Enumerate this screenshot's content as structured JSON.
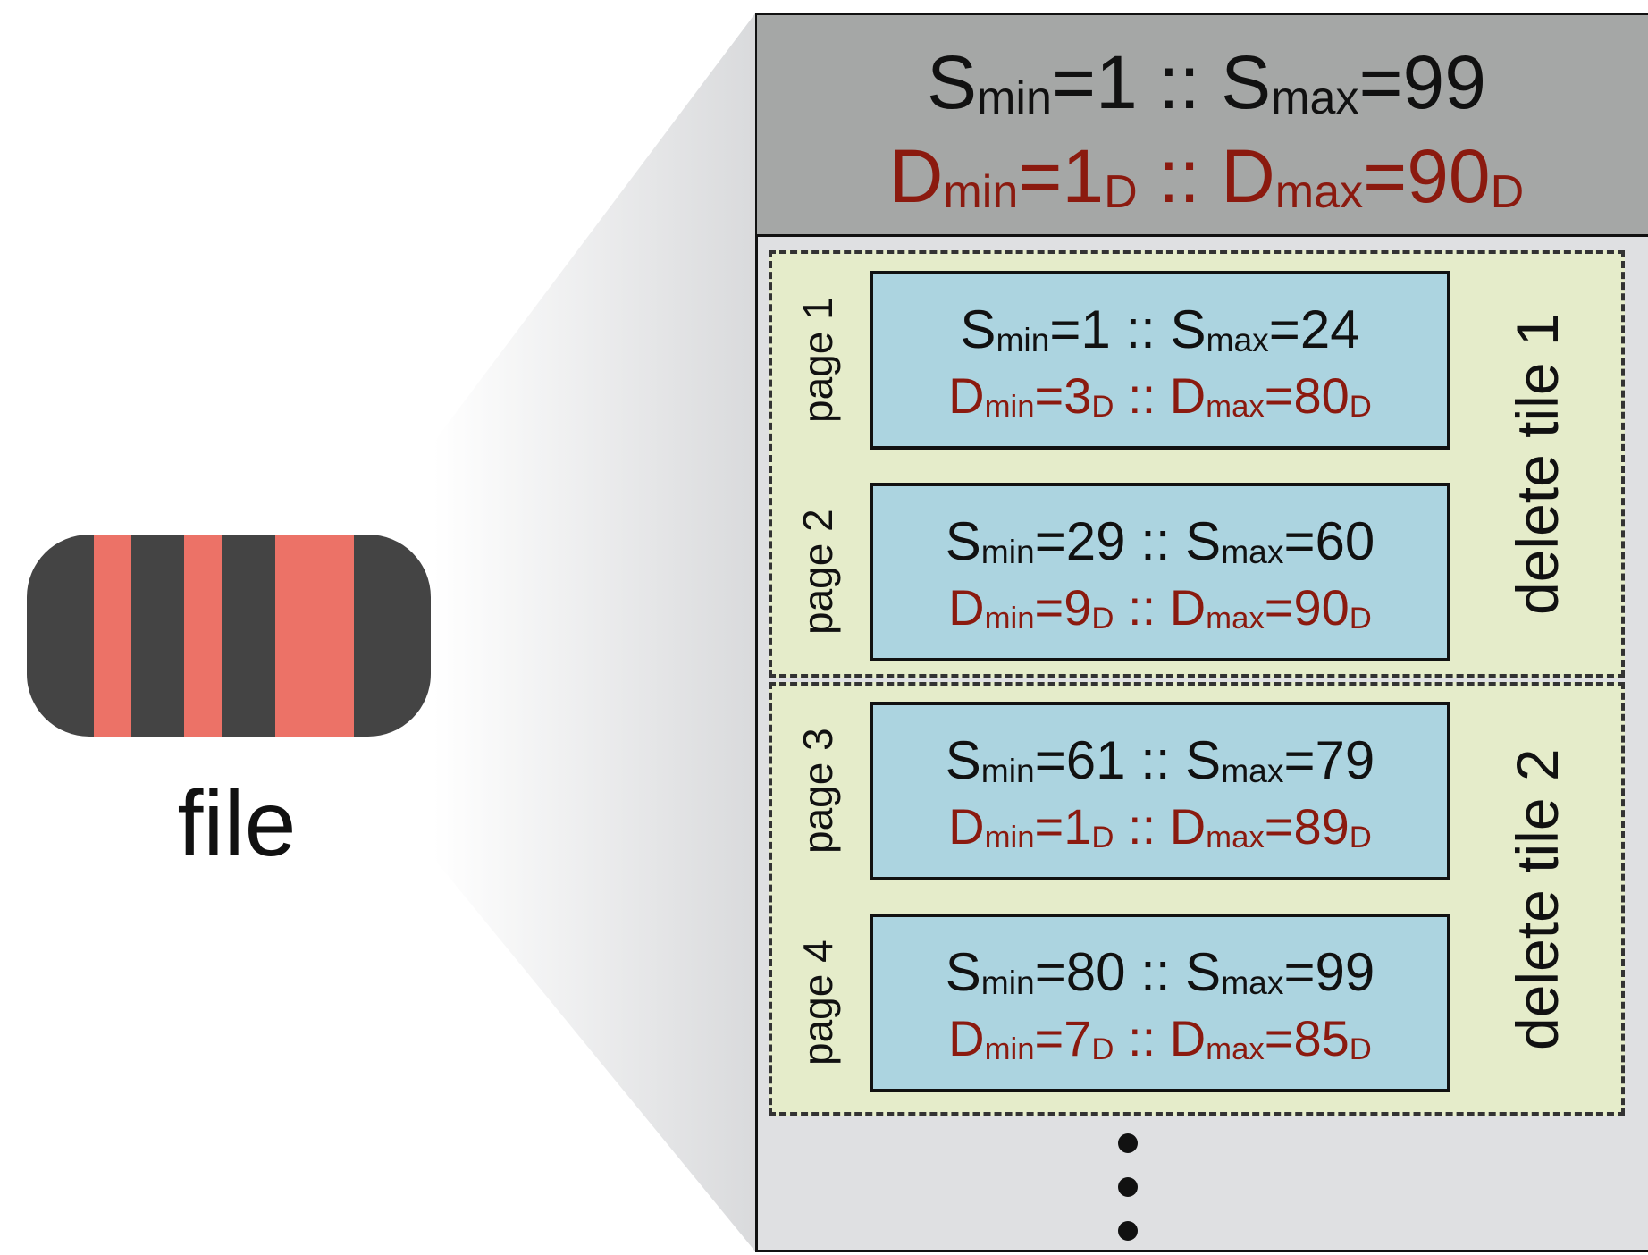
{
  "file": {
    "label": "file",
    "colors": {
      "dark": "#444444",
      "highlight": "#ec7267"
    }
  },
  "file_summary": {
    "s_label": "S",
    "s_min_sub": "min",
    "s_min_val": "=1 :: ",
    "s_max_sub": "max",
    "s_max_val": "=99",
    "d_label": "D",
    "d_min_sub": "min",
    "d_min_val": "=1",
    "d_suffix": "D",
    "d_sep": " :: ",
    "d_max_sub": "max",
    "d_max_val": "=90"
  },
  "delete_tiles": [
    {
      "label": "delete tile 1"
    },
    {
      "label": "delete tile 2"
    }
  ],
  "pages": [
    {
      "label": "page 1",
      "s_min": "1",
      "s_max": "24",
      "d_min": "3",
      "d_max": "80"
    },
    {
      "label": "page 2",
      "s_min": "29",
      "s_max": "60",
      "d_min": "9",
      "d_max": "90"
    },
    {
      "label": "page 3",
      "s_min": "61",
      "s_max": "79",
      "d_min": "1",
      "d_max": "89"
    },
    {
      "label": "page 4",
      "s_min": "80",
      "s_max": "99",
      "d_min": "7",
      "d_max": "85"
    }
  ],
  "text": {
    "S": "S",
    "D": "D",
    "min": "min",
    "max": "max",
    "eq": "=",
    "sep": " :: ",
    "D_sub": "D"
  },
  "colors": {
    "header_bg": "#a5a7a6",
    "panel_bg": "#dfe0e2",
    "tile_bg": "#e5ecca",
    "page_bg": "#acd4e0",
    "delete_key_text": "#8b1a0f"
  }
}
